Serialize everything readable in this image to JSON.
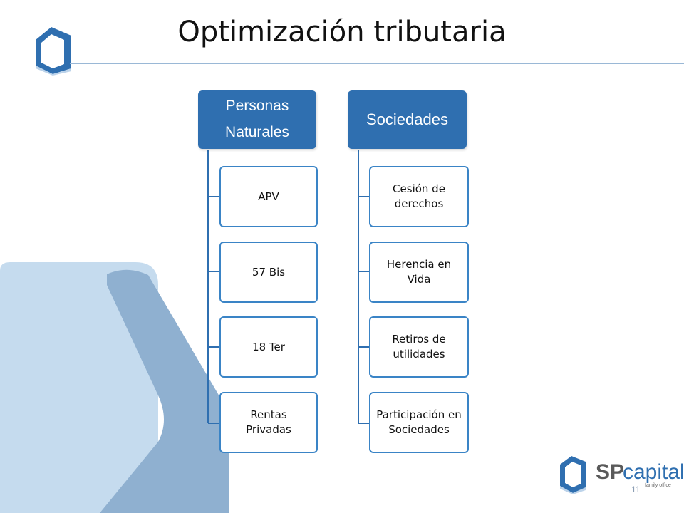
{
  "slide": {
    "title": "Optimización tributaria",
    "page_number": "11"
  },
  "columns": [
    {
      "header_line1": "Personas",
      "header_line2": "Naturales",
      "items": [
        "APV",
        "57 Bis",
        "18 Ter",
        "Rentas Privadas"
      ]
    },
    {
      "header": "Sociedades",
      "items": [
        "Cesión de derechos",
        "Herencia en Vida",
        "Retiros de utilidades",
        "Participación en Sociedades"
      ]
    }
  ],
  "brand": {
    "sp": "SP",
    "capital": "capital",
    "tagline": "family office"
  },
  "colors": {
    "header_fill": "#2f6fb0",
    "box_border": "#3a84c6",
    "background_shape_light": "#c5dbee",
    "background_shape_dark": "#8fb0d0"
  },
  "icons": [
    "house-logo-icon",
    "sp-capital-logo-icon"
  ]
}
